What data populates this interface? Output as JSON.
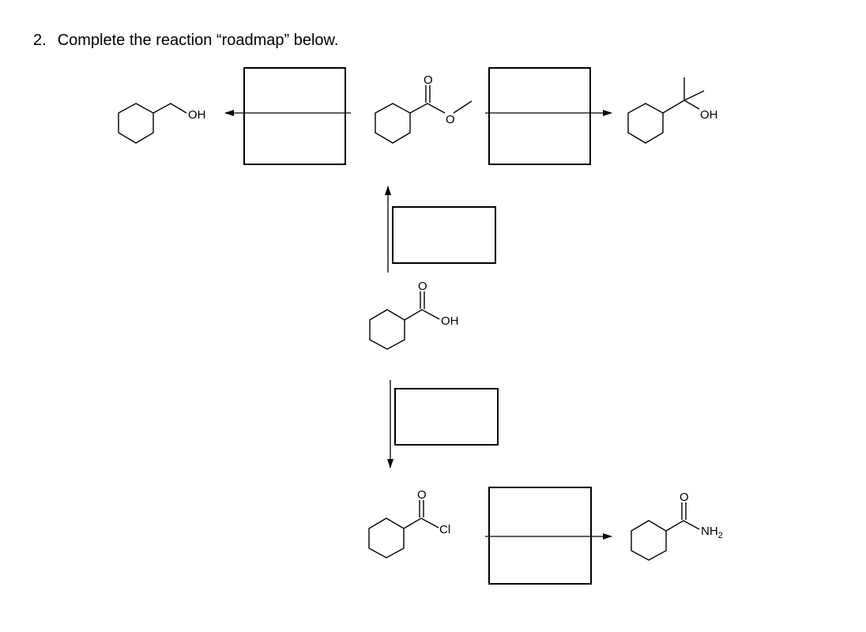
{
  "question": {
    "number": "2.",
    "text": "Complete the reaction “roadmap” below."
  },
  "labels": {
    "oh_alcohol": "OH",
    "o_ester_carbonyl": "O",
    "o_ester_ether": "O",
    "oh_tertiary": "OH",
    "o_acid_carbonyl": "O",
    "oh_acid": "OH",
    "o_chloride_carbonyl": "O",
    "cl_chloride": "Cl",
    "o_amide_carbonyl": "O",
    "nh_amide": "NH",
    "nh_amide_sub": "2"
  },
  "colors": {
    "ink": "#000000",
    "background": "#ffffff"
  }
}
